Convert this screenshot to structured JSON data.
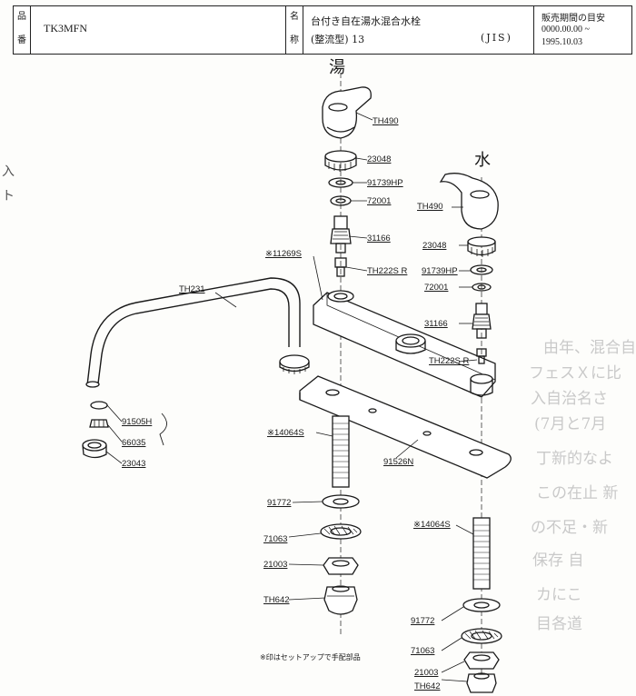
{
  "header": {
    "hinban_label_1": "品",
    "hinban_label_2": "番",
    "product_code": "TK3MFN",
    "name_label_1": "名",
    "name_label_2": "称",
    "product_name_line1": "台付き自在湯水混合水栓",
    "product_name_line2": "(整流型) 13",
    "standard": "(JIS)",
    "sales_period_title": "販売期間の目安",
    "sales_period_start": "0000.00.00 ~",
    "sales_period_end": "1995.10.03"
  },
  "labels": {
    "hot": "湯",
    "cold": "水"
  },
  "parts": {
    "hot_handle": "TH490",
    "hot_cap": "23048",
    "hot_washer": "91739HP",
    "hot_ring": "72001",
    "hot_spindle": "31166",
    "hot_headpart": "TH222S R",
    "body_part": "※11269S",
    "spout": "TH231",
    "strainer_washer": "91505H",
    "strainer": "66035",
    "spout_nut": "23043",
    "hot_pipe": "※14064S",
    "base_plate": "91526N",
    "hot_gasket": "91772",
    "hot_lockwasher": "71063",
    "hot_locknut": "21003",
    "hot_coupling": "TH642",
    "cold_handle": "TH490",
    "cold_cap": "23048",
    "cold_washer": "91739HP",
    "cold_ring": "72001",
    "cold_spindle": "31166",
    "cold_headpart": "TH222S R",
    "cold_pipe": "※14064S",
    "cold_gasket": "91772",
    "cold_lockwasher": "71063",
    "cold_locknut": "21003",
    "cold_coupling": "TH642"
  },
  "footnote": "※印はセットアップで手配部品",
  "background_text": [
    "由年、混合自",
    "フェスＸに比",
    "入自治名さ",
    "(7月と7月",
    "丁新的なよ",
    "この在止 新",
    "の不足・新",
    "保存 自",
    "カにこ",
    "目各道",
    "入",
    "ト"
  ]
}
